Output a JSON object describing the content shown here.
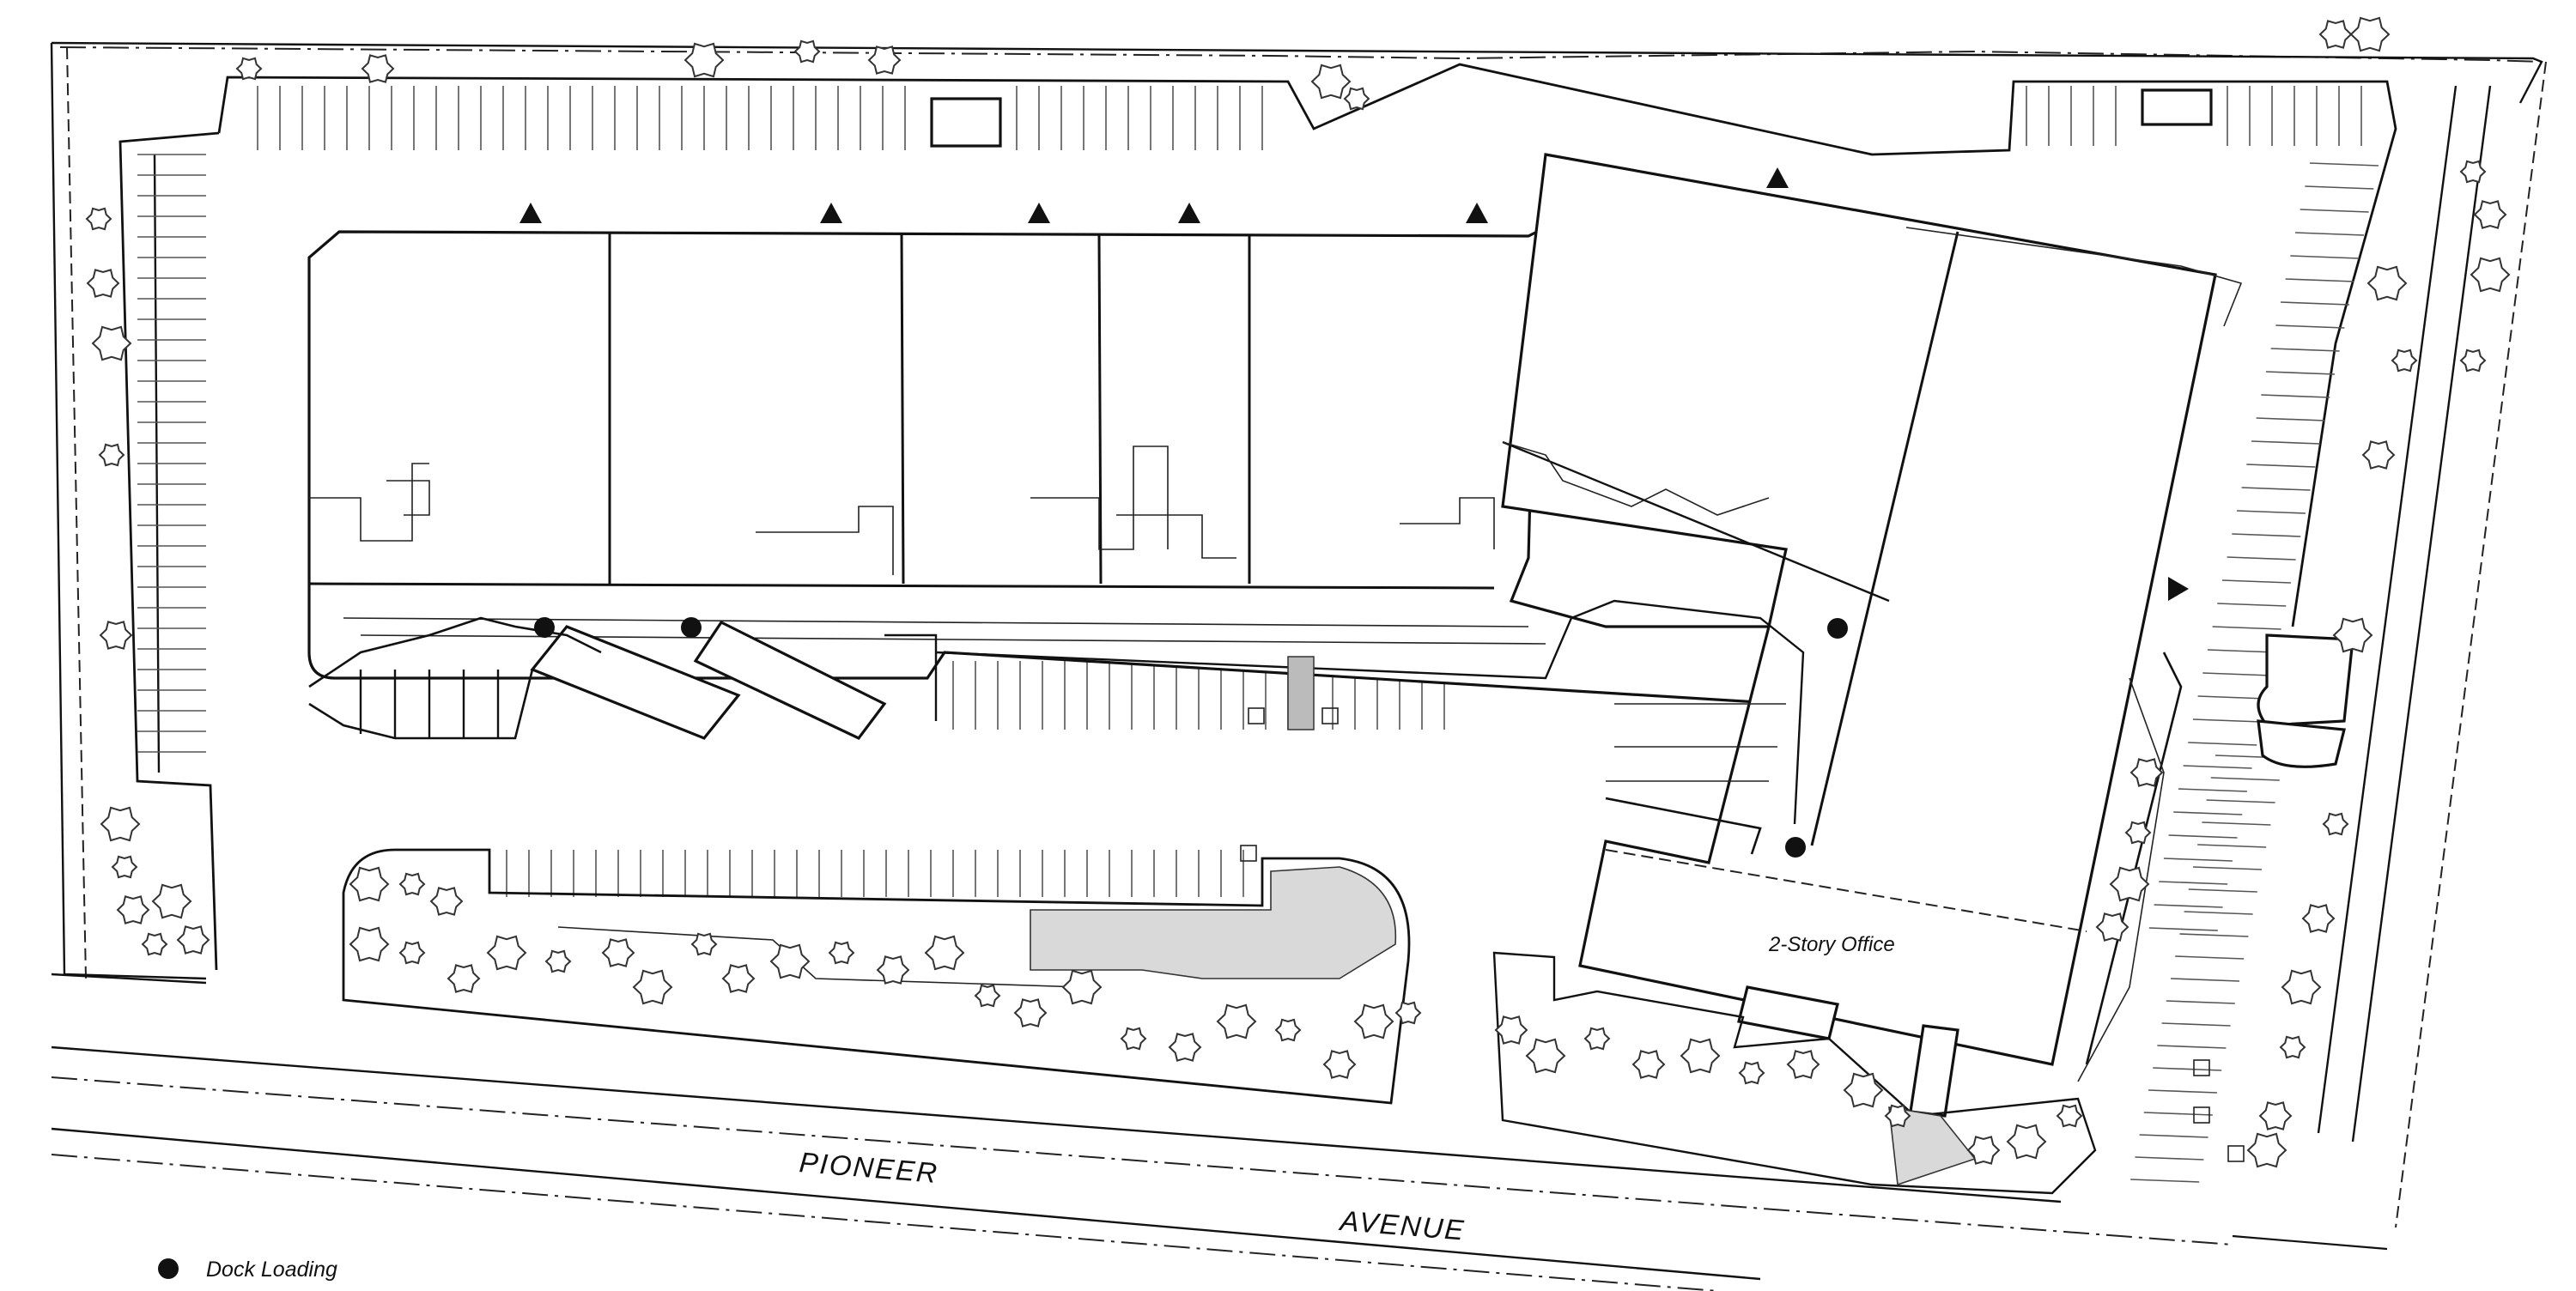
{
  "labels": {
    "office": "2-Story Office",
    "street_word_1": "PIONEER",
    "street_word_2": "AVENUE"
  },
  "legend": {
    "dock_loading": "Dock Loading"
  },
  "colors": {
    "linework": "#111111",
    "background": "#ffffff",
    "landscape_fill": "#d9d9d9"
  },
  "symbols": {
    "dock": "filled-circle",
    "entry": "filled-triangle",
    "tree": "tree-outline",
    "accessible_stall": "wheelchair-box"
  }
}
